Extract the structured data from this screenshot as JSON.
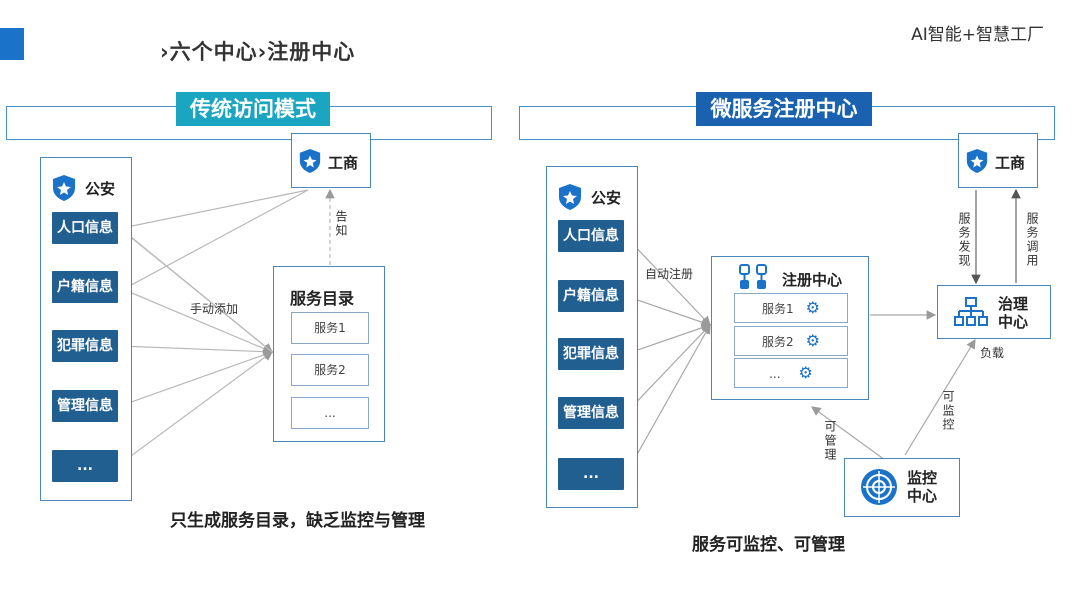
{
  "header": {
    "title": "›六个中心›注册中心",
    "brand": "AI智能+智慧工厂"
  },
  "left": {
    "band_label": "传统访问模式",
    "police_label": "公安",
    "items": [
      "人口信息",
      "户籍信息",
      "犯罪信息",
      "管理信息",
      "..."
    ],
    "commerce_label": "工商",
    "notify_label": "告知",
    "manual_label": "手动添加",
    "catalog_title": "服务目录",
    "catalog_items": [
      "服务1",
      "服务2",
      "..."
    ],
    "caption": "只生成服务目录，缺乏监控与管理"
  },
  "right": {
    "band_label": "微服务注册中心",
    "police_label": "公安",
    "items": [
      "人口信息",
      "户籍信息",
      "犯罪信息",
      "管理信息",
      "..."
    ],
    "auto_label": "自动注册",
    "registry_title": "注册中心",
    "registry_items": [
      "服务1",
      "服务2",
      "..."
    ],
    "commerce_label": "工商",
    "discover_label": "服务发现",
    "invoke_label": "服务调用",
    "governance_title": "治理中心",
    "load_label": "负载",
    "monitorable_label": "可监控",
    "manageable_label": "可管理",
    "monitor_title": "监控中心",
    "caption": "服务可监控、可管理"
  }
}
